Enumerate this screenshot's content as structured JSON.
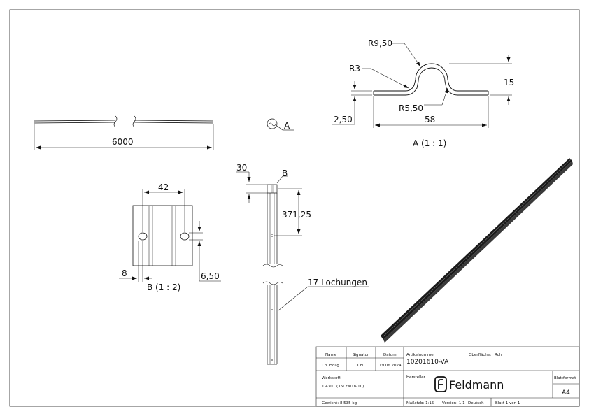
{
  "dimensions": {
    "length": "6000",
    "width_42": "42",
    "hole_edge_8": "8",
    "hole_dia_650": "6,50",
    "offset_30": "30",
    "pitch": "371,25",
    "radius_r950": "R9,50",
    "radius_r3": "R3",
    "radius_r550": "R5,50",
    "height_15": "15",
    "thickness_250": "2,50",
    "width_58": "58"
  },
  "labels": {
    "section_marker": "A",
    "detail_marker": "B",
    "section_a": "A (1 : 1)",
    "detail_b": "B (1 : 2)",
    "holes_note": "17 Lochungen"
  },
  "title_block": {
    "name_header": "Name",
    "signature_header": "Signatur",
    "date_header": "Datum",
    "name_value": "Ch. Hölig",
    "signature_value": "CH",
    "date_value": "19.06.2024",
    "article_header": "Artikelnummer",
    "article_number": "10201610-VA",
    "surface_header": "Oberfläche:",
    "surface_value": "Roh",
    "material_header": "Werkstoff:",
    "material_value": "1.4301 (X5CrNi18-10)",
    "manufacturer_header": "Hersteller",
    "brand": "Feldmann",
    "sheet_format_header": "Blattformat",
    "sheet_format": "A4",
    "weight": "Gewicht: 8.535 kg",
    "scale": "Maßstab: 1:15",
    "version": "Version: 1.1",
    "language": "Deutsch",
    "sheet": "Blatt 1 von 1"
  }
}
